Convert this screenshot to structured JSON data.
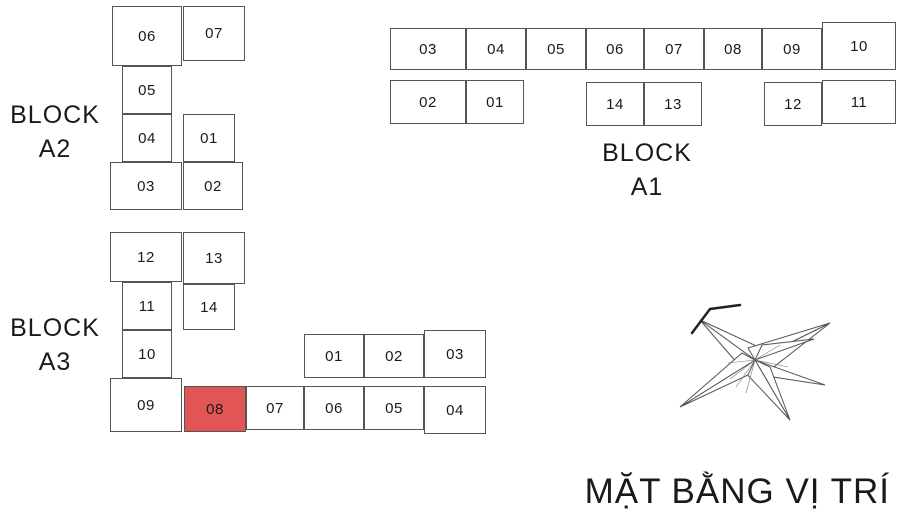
{
  "plan_title": "MẶT BẰNG VỊ TRÍ",
  "highlight_color": "#e25555",
  "blocks": {
    "a1": {
      "label_line1": "BLOCK",
      "label_line2": "A1",
      "top_row": [
        "03",
        "04",
        "05",
        "06",
        "07",
        "08",
        "09",
        "10"
      ],
      "bottom_row": [
        "02",
        "01",
        "14",
        "13",
        "12",
        "11"
      ]
    },
    "a2": {
      "label_line1": "BLOCK",
      "label_line2": "A2",
      "left_column": [
        "06",
        "05",
        "04",
        "03"
      ],
      "right_column": [
        "07",
        "01",
        "02"
      ]
    },
    "a3": {
      "label_line1": "BLOCK",
      "label_line2": "A3",
      "left_column": [
        "12",
        "11",
        "10",
        "09"
      ],
      "right_column": [
        "13",
        "14"
      ],
      "upper_row": [
        "01",
        "02",
        "03"
      ],
      "lower_row": [
        "08",
        "07",
        "06",
        "05",
        "04"
      ],
      "highlighted_unit": "08"
    }
  }
}
